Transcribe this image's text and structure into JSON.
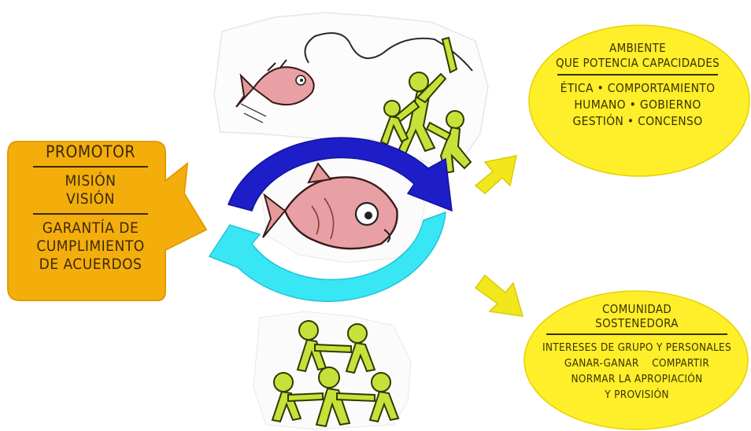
{
  "promotor": {
    "title": "PROMOTOR",
    "line1": "MISIÓN",
    "line2": "VISIÓN",
    "line3": "GARANTÍA DE",
    "line4": "CUMPLIMIENTO",
    "line5": "DE ACUERDOS"
  },
  "ambiente": {
    "title1": "AMBIENTE",
    "title2": "QUE POTENCIA CAPACIDADES",
    "body1": "ÉTICA • COMPORTAMIENTO",
    "body2": "HUMANO • GOBIERNO",
    "body3": "GESTIÓN • CONCENSO"
  },
  "comunidad": {
    "title1": "COMUNIDAD",
    "title2": "SOSTENEDORA",
    "body1": "INTERESES DE GRUPO Y PERSONALES",
    "body2": "GANAR-GANAR    COMPARTIR",
    "body3": "NORMAR LA APROPIACIÓN",
    "body4": "Y PROVISIÓN"
  },
  "colors": {
    "promotor_fill": "#f4ae0c",
    "ellipse_fill": "#ffee2a",
    "arrow_yellow": "#f2e71a",
    "cycle_dark_blue": "#1e1ec8",
    "cycle_cyan": "#38e6f4",
    "people_green": "#c6e23a",
    "fish_red": "#d8505a"
  }
}
